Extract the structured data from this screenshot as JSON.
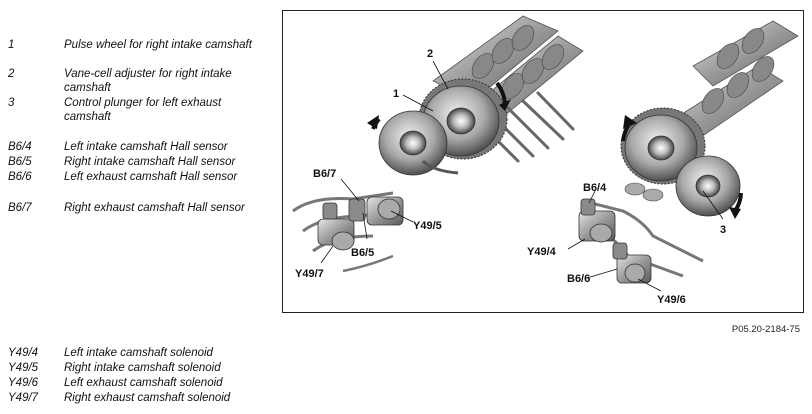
{
  "legend_top": [
    {
      "code": "1",
      "desc": "Pulse wheel for right intake camshaft"
    },
    {
      "code": "2",
      "desc": "Vane-cell adjuster for right intake camshaft"
    },
    {
      "code": "3",
      "desc": "Control plunger for left exhaust camshaft"
    },
    {
      "code": "B6/4",
      "desc": "Left intake camshaft Hall sensor"
    },
    {
      "code": "B6/5",
      "desc": "Right intake camshaft Hall sensor"
    },
    {
      "code": "B6/6",
      "desc": "Left exhaust camshaft Hall sensor"
    },
    {
      "code": "B6/7",
      "desc": "Right exhaust camshaft Hall sensor"
    }
  ],
  "legend_bottom": [
    {
      "code": "Y49/4",
      "desc": "Left intake camshaft solenoid"
    },
    {
      "code": "Y49/5",
      "desc": "Right intake camshaft solenoid"
    },
    {
      "code": "Y49/6",
      "desc": "Left exhaust camshaft solenoid"
    },
    {
      "code": "Y49/7",
      "desc": "Right exhaust camshaft solenoid"
    }
  ],
  "figure": {
    "callouts": {
      "c1": "1",
      "c2": "2",
      "c3": "3",
      "b67": "B6/7",
      "b65": "B6/5",
      "b64": "B6/4",
      "b66": "B6/6",
      "y495": "Y49/5",
      "y497": "Y49/7",
      "y494": "Y49/4",
      "y496": "Y49/6"
    },
    "reference": "P05.20-2184-75"
  }
}
